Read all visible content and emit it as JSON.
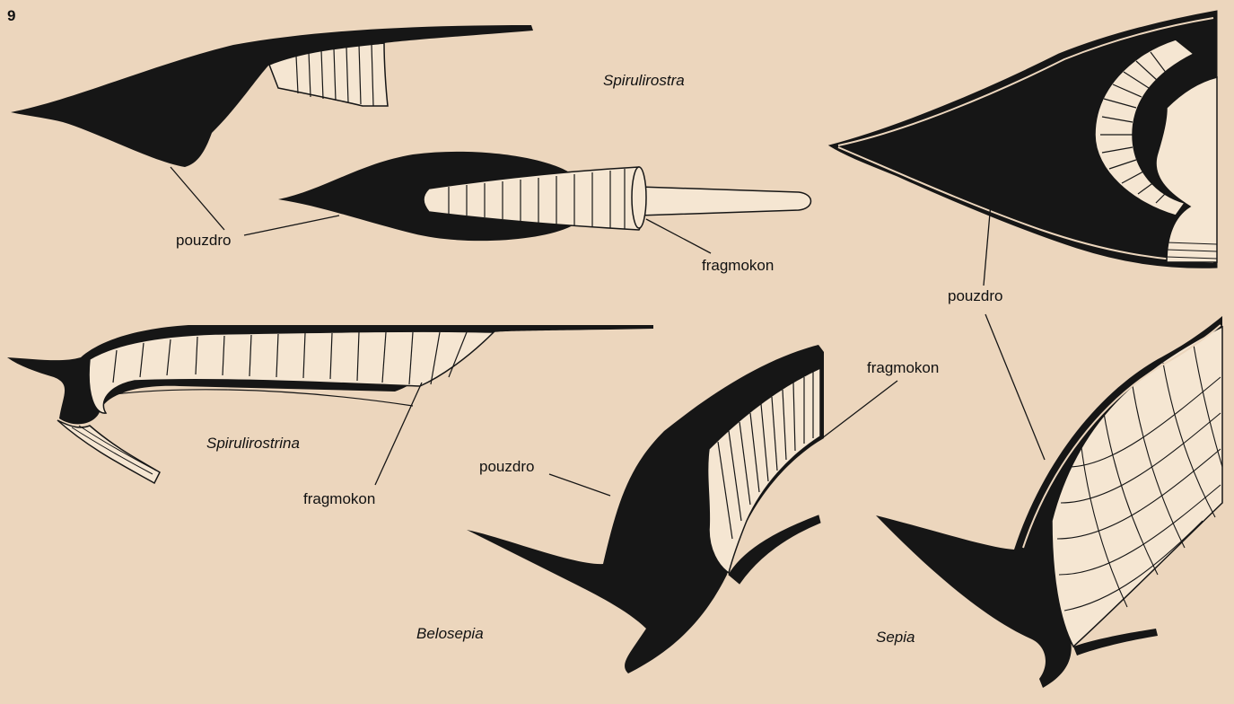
{
  "figure": {
    "number": "9",
    "colors": {
      "background": "#ecd6bd",
      "ink": "#161616",
      "chamber": "#f5e6d2"
    }
  },
  "taxa": {
    "spirulirostra": "Spirulirostra",
    "spirulirostrina": "Spirulirostrina",
    "belosepia": "Belosepia",
    "sepia": "Sepia"
  },
  "labels": {
    "guard": "pouzdro",
    "phragmocone": "fragmokon"
  }
}
